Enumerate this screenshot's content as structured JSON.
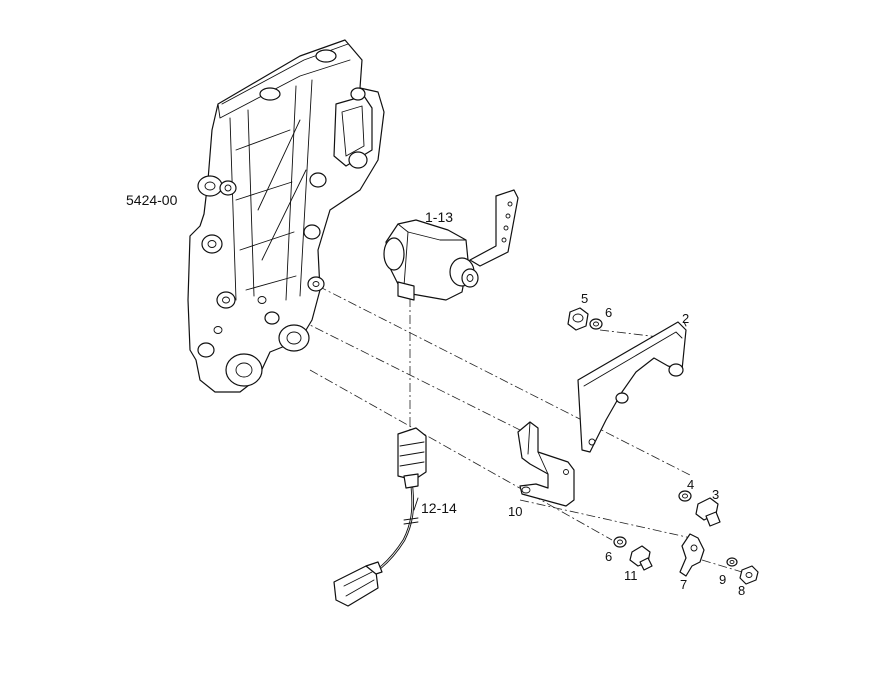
{
  "diagram": {
    "labels": {
      "housing": "5424-00",
      "sensor": "1-13",
      "harness": "12-14",
      "bracket_large": "2",
      "bolt_3": "3",
      "washer_4": "4",
      "nut_5": "5",
      "washer_6_top": "6",
      "washer_6_bottom": "6",
      "clip_7": "7",
      "bolt_8": "8",
      "washer_9": "9",
      "bracket_10": "10",
      "bolt_11": "11"
    }
  }
}
